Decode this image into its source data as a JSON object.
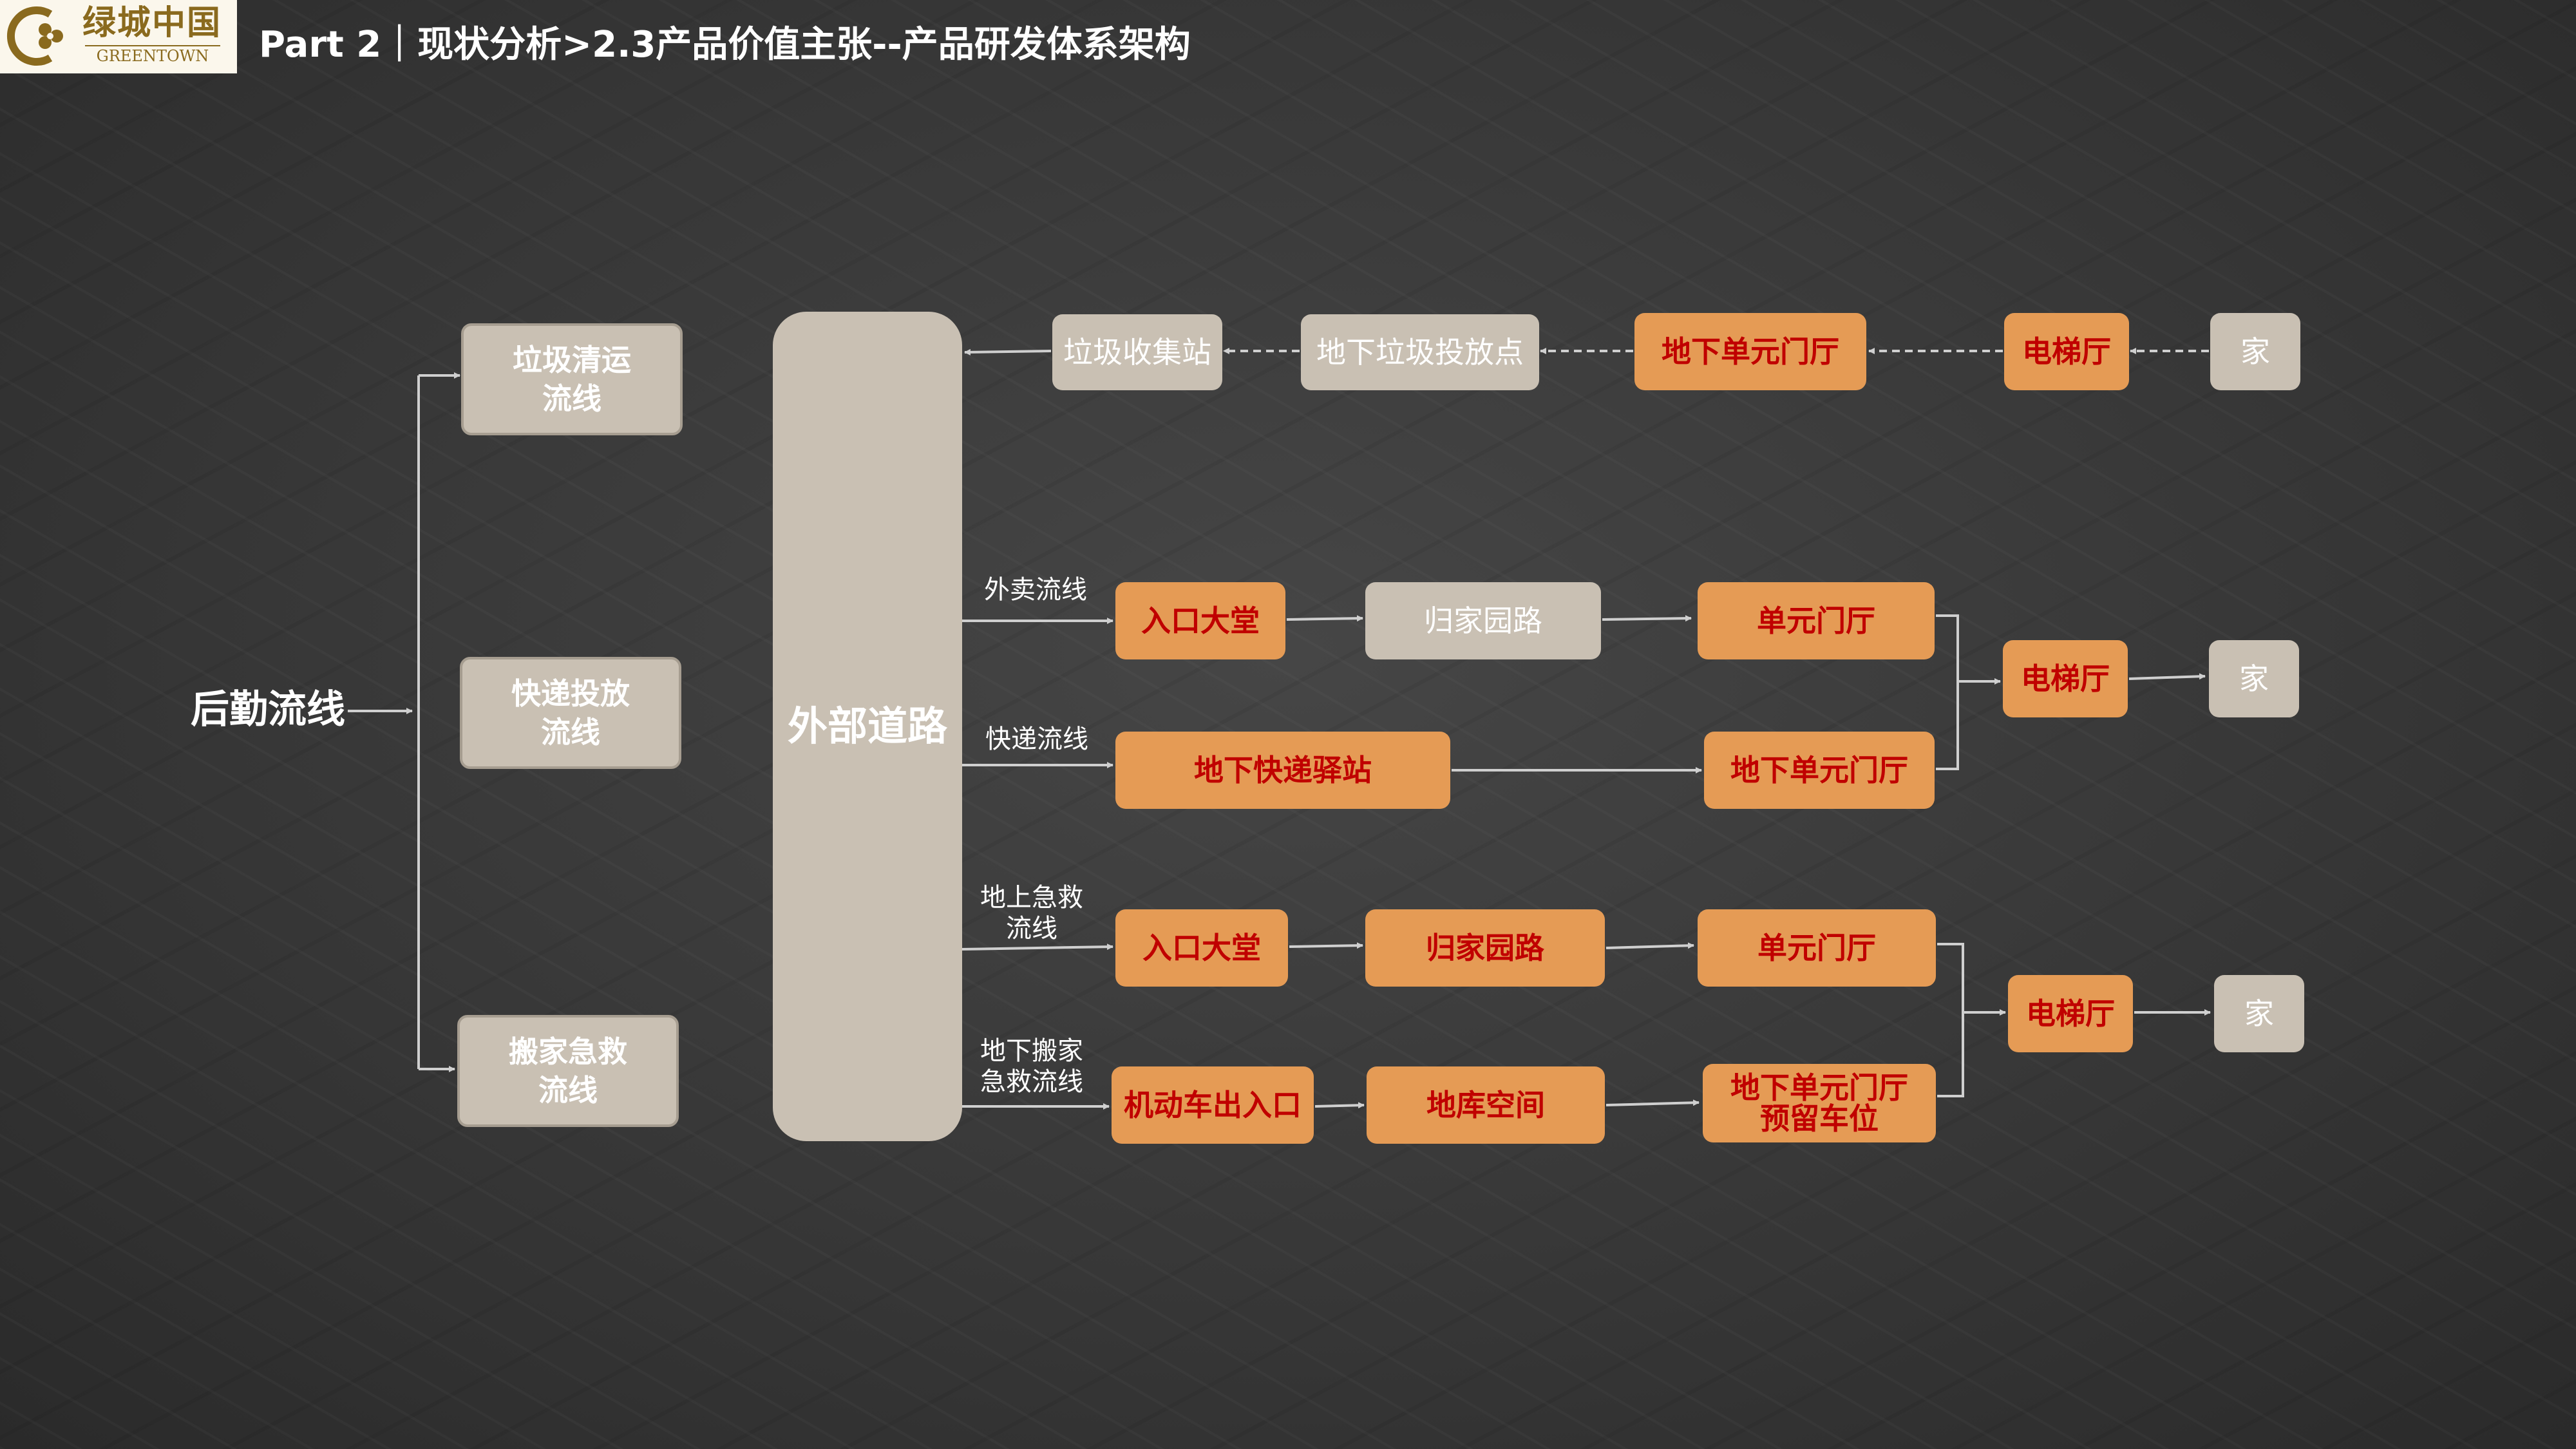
{
  "header": {
    "logo_cn": "绿城中国",
    "logo_en": "GREENTOWN",
    "title": "Part 2｜现状分析>2.3产品价值主张--产品研发体系架构"
  },
  "diagram": {
    "root": "后勤流线",
    "categories": [
      "垃圾清运\n流线",
      "快递投放\n流线",
      "搬家急救\n流线"
    ],
    "road": "外部道路",
    "garbage_flow": [
      "垃圾收集站",
      "地下垃圾投放点",
      "地下单元门厅",
      "电梯厅",
      "家"
    ],
    "takeout": {
      "label": "外卖流线",
      "steps": [
        "入口大堂",
        "归家园路",
        "单元门厅"
      ]
    },
    "express": {
      "label": "快递流线",
      "steps": [
        "地下快递驿站",
        "地下单元门厅"
      ]
    },
    "ground_emergency": {
      "label": "地上急救\n流线",
      "steps": [
        "入口大堂",
        "归家园路",
        "单元门厅"
      ]
    },
    "underground_moving": {
      "label": "地下搬家\n急救流线",
      "steps": [
        "机动车出入口",
        "地库空间",
        "地下单元门厅\n预留车位"
      ]
    },
    "elevator_hall": "电梯厅",
    "home": "家"
  }
}
